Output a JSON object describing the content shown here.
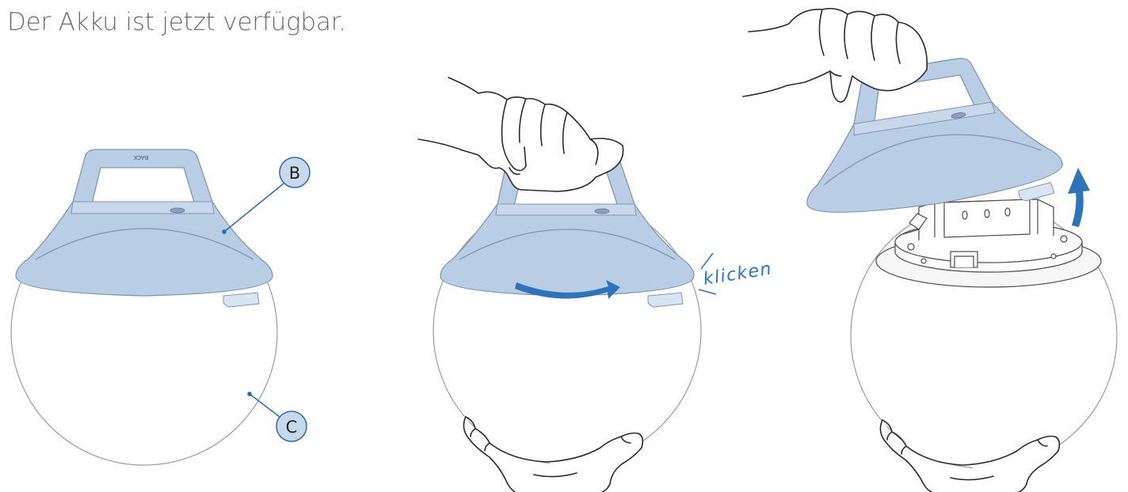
{
  "caption": "Der Akku ist jetzt verfügbar.",
  "callouts": [
    {
      "label": "B"
    },
    {
      "label": "C"
    }
  ],
  "action_label": "klicken",
  "colors": {
    "lamp_head_fill": "#b9cde4",
    "lamp_head_stroke": "#7f96b4",
    "accent_arrow": "#2f73b8",
    "callout_fill": "#c9d9ec",
    "callout_line": "#2a6aad",
    "outline": "#9a9a9a"
  },
  "steps": [
    {
      "name": "lamp-labeled",
      "icons": [
        "lamp-head-icon",
        "globe-icon"
      ]
    },
    {
      "name": "twist-lamp-head",
      "icons": [
        "hand-icon",
        "rotate-arrow-icon",
        "support-hand-icon"
      ]
    },
    {
      "name": "lift-lamp-head",
      "icons": [
        "hand-icon",
        "up-arrow-icon",
        "battery-module-icon",
        "support-hand-icon"
      ]
    }
  ]
}
